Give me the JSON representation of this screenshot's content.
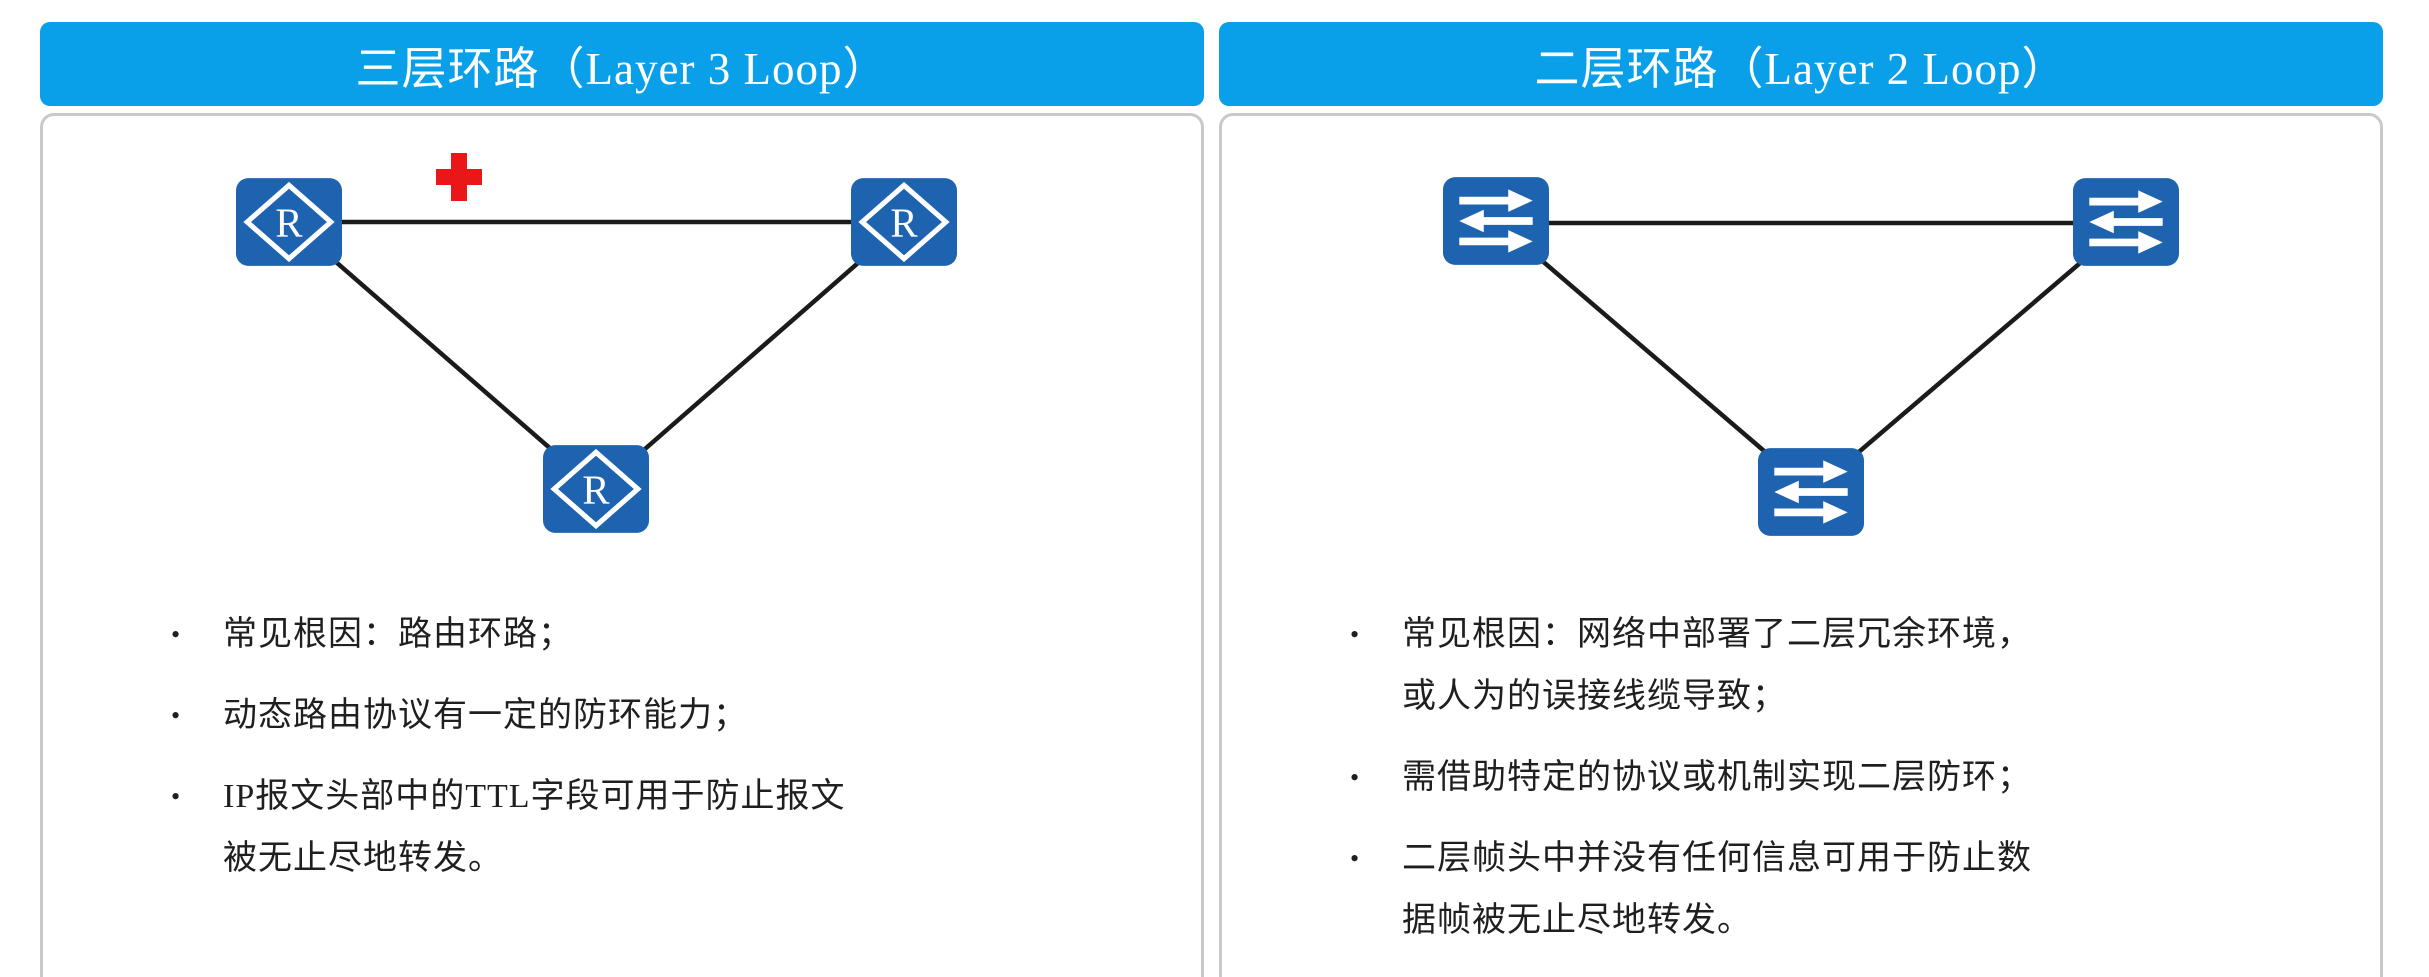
{
  "bullet_glyph": "•",
  "colors": {
    "header_bg": "#09a0e9",
    "title_text": "#ffffff",
    "node_blue": "#1e63af",
    "cross_red": "#e91717",
    "link_line": "#1b1b1b",
    "panel_border": "#c9c9c9",
    "body_text": "#1f1f1f"
  },
  "left_panel": {
    "title": "三层环路（Layer 3 Loop）",
    "node_type": "router",
    "node_label": "R",
    "node_count": 3,
    "blocked_marker": "red-cross",
    "bullets": [
      {
        "text": "常见根因：路由环路；"
      },
      {
        "text": "动态路由协议有一定的防环能力；"
      },
      {
        "text": "IP报文头部中的TTL字段可用于防止报文\n被无止尽地转发。"
      }
    ]
  },
  "right_panel": {
    "title": "二层环路（Layer 2 Loop）",
    "node_type": "switch",
    "node_count": 3,
    "bullets": [
      {
        "text": "常见根因：网络中部署了二层冗余环境，\n或人为的误接线缆导致；"
      },
      {
        "text": "需借助特定的协议或机制实现二层防环；"
      },
      {
        "text": "二层帧头中并没有任何信息可用于防止数\n据帧被无止尽地转发。"
      }
    ]
  }
}
